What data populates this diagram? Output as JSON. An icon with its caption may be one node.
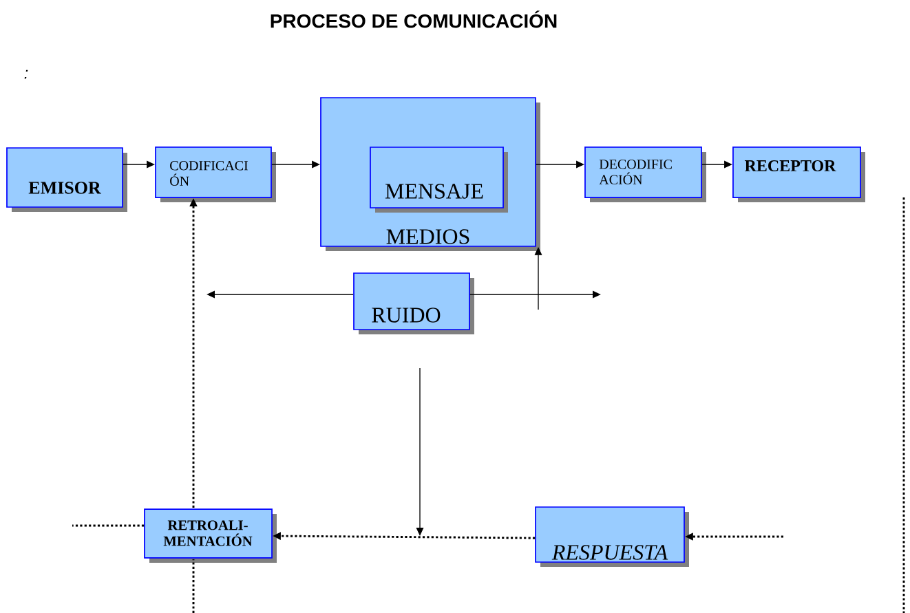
{
  "diagram": {
    "title": "PROCESO DE COMUNICACIÓN",
    "nodes": [
      {
        "text": [
          "EMISOR"
        ]
      },
      {
        "text": [
          "CODIFICACI ÓN"
        ]
      },
      {
        "text": [
          "MEDIOS"
        ]
      },
      {
        "text": [
          "MENSAJE"
        ],
        "in": 2
      },
      {
        "text": [
          "DECODIFIC ACIÓN"
        ]
      },
      {
        "text": [
          "RECEPTOR"
        ]
      },
      {
        "text": [
          "RUIDO"
        ]
      },
      {
        "text": [
          "RETROALI- MENTACIÓN"
        ]
      },
      {
        "text": [
          "RESPUESTA"
        ]
      }
    ],
    "edges": [
      {
        "from": 0,
        "to": 1,
        "arrow": "to"
      },
      {
        "from": 1,
        "to": 2,
        "arrow": "to"
      },
      {
        "from": 2,
        "to": 4,
        "arrow": "to"
      },
      {
        "from": 4,
        "to": 5,
        "arrow": "to"
      },
      {
        "from": 6,
        "to": null,
        "arrow": "to"
      },
      {
        "from": 6,
        "to": null,
        "arrow": "to"
      },
      {
        "from": null,
        "to": 2,
        "arrow": "to"
      },
      {
        "from": 8,
        "to": 7,
        "arrow": "to",
        "style": "dashed"
      },
      {
        "from": null,
        "to": 8,
        "arrow": "to",
        "style": "dashed"
      },
      {
        "from": 7,
        "to": null,
        "arrow": "none",
        "style": "dashed"
      },
      {
        "from": null,
        "to": 1,
        "arrow": "to",
        "style": "dashed"
      }
    ],
    "labels": [
      ":"
    ]
  }
}
